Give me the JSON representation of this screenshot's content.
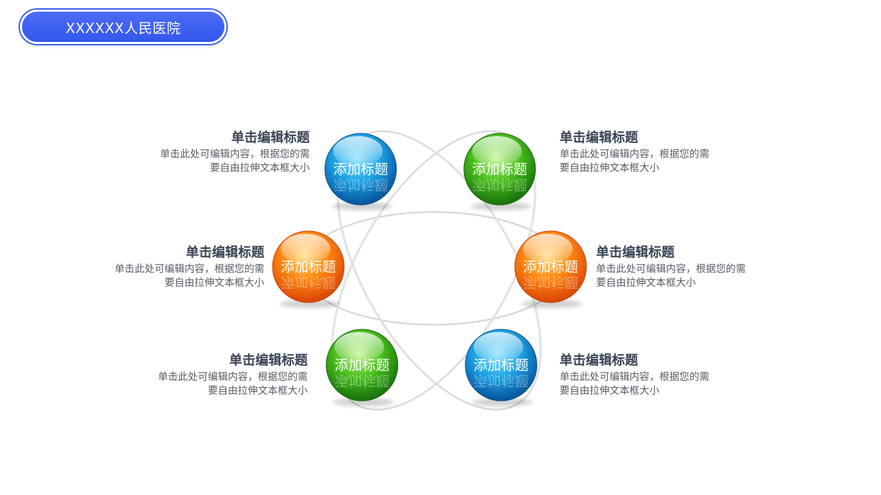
{
  "header": {
    "title": "XXXXXX人民医院"
  },
  "nodes": [
    {
      "label": "添加标题",
      "color": "blue"
    },
    {
      "label": "添加标题",
      "color": "green"
    },
    {
      "label": "添加标题",
      "color": "orange"
    },
    {
      "label": "添加标题",
      "color": "orange"
    },
    {
      "label": "添加标题",
      "color": "green"
    },
    {
      "label": "添加标题",
      "color": "blue"
    }
  ],
  "items": [
    {
      "title": "单击编辑标题",
      "desc_line1": "单击此处可编辑内容，根据您的需",
      "desc_line2": "要自由拉伸文本框大小"
    },
    {
      "title": "单击编辑标题",
      "desc_line1": "单击此处可编辑内容，根据您的需",
      "desc_line2": "要自由拉伸文本框大小"
    },
    {
      "title": "单击编辑标题",
      "desc_line1": "单击此处可编辑内容，根据您的需",
      "desc_line2": "要自由拉伸文本框大小"
    },
    {
      "title": "单击编辑标题",
      "desc_line1": "单击此处可编辑内容，根据您的需",
      "desc_line2": "要自由拉伸文本框大小"
    },
    {
      "title": "单击编辑标题",
      "desc_line1": "单击此处可编辑内容，根据您的需",
      "desc_line2": "要自由拉伸文本框大小"
    },
    {
      "title": "单击编辑标题",
      "desc_line1": "单击此处可编辑内容，根据您的需",
      "desc_line2": "要自由拉伸文本框大小"
    }
  ],
  "colors": {
    "header": "#3a5cf0",
    "blue": "#1a8fd8",
    "green": "#3fae1e",
    "orange": "#f2780c"
  }
}
